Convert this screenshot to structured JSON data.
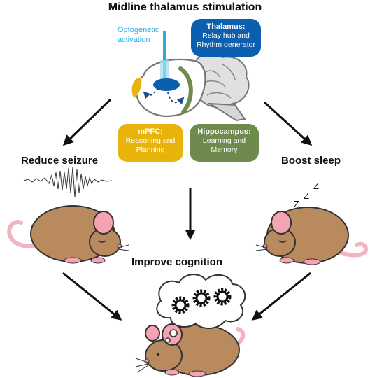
{
  "title": "Midline thalamus stimulation",
  "optogenetic_label_line1": "Optogenetic",
  "optogenetic_label_line2": "activation",
  "thalamus": {
    "header": "Thalamus:",
    "line1": "Relay hub and",
    "line2": "Rhythm generator",
    "color": "#0b5fae"
  },
  "mpfc": {
    "header": "mPFC:",
    "line1": "Reasoning and",
    "line2": "Planning",
    "color": "#e8b40a"
  },
  "hippocampus": {
    "header": "Hippocampus:",
    "line1": "Learning and",
    "line2": "Memory",
    "color": "#6e8a4d"
  },
  "reduce_seizure": "Reduce seizure",
  "boost_sleep": "Boost sleep",
  "improve_cognition": "Improve cognition",
  "sleep_letters": [
    "Z",
    "Z",
    "Z"
  ],
  "colors": {
    "fiber": "#33a7dd",
    "mouse_body": "#b98a5e",
    "mouse_ear": "#f4a3b1",
    "tail": "#f3b3c0"
  }
}
